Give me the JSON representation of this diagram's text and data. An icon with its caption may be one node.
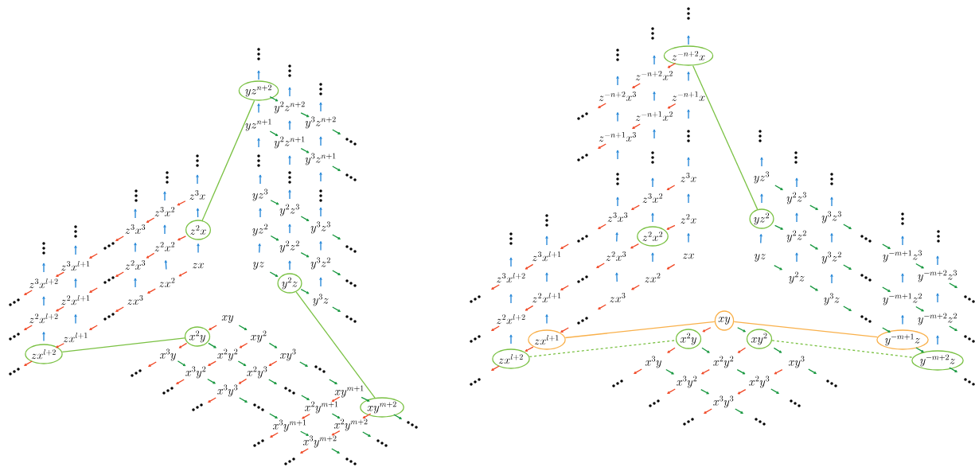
{
  "diagram": {
    "nodes": [
      {
        "text": [
          "yz^{n+2}"
        ]
      },
      {
        "text": [
          "y^2z^{n+2}"
        ]
      },
      {
        "text": [
          "y^3z^{n+2}"
        ]
      },
      {
        "text": [
          "yz^{n+1}"
        ]
      },
      {
        "text": [
          "y^2z^{n+1}"
        ]
      },
      {
        "text": [
          "y^3z^{n+1}"
        ]
      },
      {
        "text": [
          "yz^3"
        ]
      },
      {
        "text": [
          "y^2z^3"
        ]
      },
      {
        "text": [
          "y^3z^3"
        ]
      },
      {
        "text": [
          "yz^2"
        ]
      },
      {
        "text": [
          "y^2z^2"
        ]
      },
      {
        "text": [
          "y^3z^2"
        ]
      },
      {
        "text": [
          "yz"
        ]
      },
      {
        "text": [
          "y^2z"
        ]
      },
      {
        "text": [
          "y^3z"
        ]
      },
      {
        "text": [
          "z^3x"
        ]
      },
      {
        "text": [
          "z^3x^2"
        ]
      },
      {
        "text": [
          "z^3x^3"
        ]
      },
      {
        "text": [
          "z^3x^{l+1}"
        ]
      },
      {
        "text": [
          "z^3x^{l+2}"
        ]
      },
      {
        "text": [
          "z^2x"
        ]
      },
      {
        "text": [
          "z^2x^2"
        ]
      },
      {
        "text": [
          "z^2x^3"
        ]
      },
      {
        "text": [
          "z^2x^{l+1}"
        ]
      },
      {
        "text": [
          "z^2x^{l+2}"
        ]
      },
      {
        "text": [
          "zx"
        ]
      },
      {
        "text": [
          "zx^2"
        ]
      },
      {
        "text": [
          "zx^3"
        ]
      },
      {
        "text": [
          "zx^{l+1}"
        ]
      },
      {
        "text": [
          "zx^{l+2}"
        ]
      },
      {
        "text": [
          "xy"
        ]
      },
      {
        "text": [
          "x^2y"
        ]
      },
      {
        "text": [
          "xy^2"
        ]
      },
      {
        "text": [
          "x^3y"
        ]
      },
      {
        "text": [
          "x^2y^2"
        ]
      },
      {
        "text": [
          "xy^3"
        ]
      },
      {
        "text": [
          "x^3y^2"
        ]
      },
      {
        "text": [
          "x^2y^3"
        ]
      },
      {
        "text": [
          "x^3y^3"
        ]
      },
      {
        "text": [
          "xy^{m+1}"
        ]
      },
      {
        "text": [
          "x^2y^{m+1}"
        ]
      },
      {
        "text": [
          "xy^{m+2}"
        ]
      },
      {
        "text": [
          "x^3y^{m+1}"
        ]
      },
      {
        "text": [
          "x^2y^{m+2}"
        ]
      },
      {
        "text": [
          "x^3y^{m+2}"
        ]
      },
      {
        "text": [
          "z^{-n+2}x"
        ]
      },
      {
        "text": [
          "z^{-n+2}x^2"
        ]
      },
      {
        "text": [
          "z^{-n+2}x^3"
        ]
      },
      {
        "text": [
          "z^{-n+1}x"
        ]
      },
      {
        "text": [
          "z^{-n+1}x^2"
        ]
      },
      {
        "text": [
          "z^{-n+1}x^3"
        ]
      },
      {
        "text": [
          "z^3x"
        ]
      },
      {
        "text": [
          "z^3x^2"
        ]
      },
      {
        "text": [
          "z^3x^3"
        ]
      },
      {
        "text": [
          "z^2x"
        ]
      },
      {
        "text": [
          "z^2x^2"
        ]
      },
      {
        "text": [
          "z^2x^3"
        ]
      },
      {
        "text": [
          "zx"
        ]
      },
      {
        "text": [
          "zx^2"
        ]
      },
      {
        "text": [
          "zx^3"
        ]
      },
      {
        "text": [
          "z^3x^{l+1}"
        ]
      },
      {
        "text": [
          "z^3x^{l+2}"
        ]
      },
      {
        "text": [
          "z^2x^{l+1}"
        ]
      },
      {
        "text": [
          "z^2x^{l+2}"
        ]
      },
      {
        "text": [
          "zx^{l+1}"
        ]
      },
      {
        "text": [
          "zx^{l+2}"
        ]
      },
      {
        "text": [
          "yz^3"
        ]
      },
      {
        "text": [
          "y^2z^3"
        ]
      },
      {
        "text": [
          "y^3z^3"
        ]
      },
      {
        "text": [
          "yz^2"
        ]
      },
      {
        "text": [
          "y^2z^2"
        ]
      },
      {
        "text": [
          "y^3z^2"
        ]
      },
      {
        "text": [
          "yz"
        ]
      },
      {
        "text": [
          "y^2z"
        ]
      },
      {
        "text": [
          "y^3z"
        ]
      },
      {
        "text": [
          "y^{-m+1}z^3"
        ]
      },
      {
        "text": [
          "y^{-m+2}z^3"
        ]
      },
      {
        "text": [
          "y^{-m+1}z^2"
        ]
      },
      {
        "text": [
          "y^{-m+2}z^2"
        ]
      },
      {
        "text": [
          "y^{-m+1}z"
        ]
      },
      {
        "text": [
          "y^{-m+2}z"
        ]
      },
      {
        "text": [
          "xy"
        ]
      },
      {
        "text": [
          "x^2y"
        ]
      },
      {
        "text": [
          "xy^2"
        ]
      },
      {
        "text": [
          "x^3y"
        ]
      },
      {
        "text": [
          "x^2y^2"
        ]
      },
      {
        "text": [
          "xy^3"
        ]
      },
      {
        "text": [
          "x^3y^2"
        ]
      },
      {
        "text": [
          "x^2y^3"
        ]
      },
      {
        "text": [
          "x^3y^3"
        ]
      }
    ],
    "edges": [
      {
        "from": 0,
        "to": 20,
        "arrow": "none",
        "color": "#7ac143"
      },
      {
        "from": 13,
        "to": 41,
        "arrow": "none",
        "color": "#7ac143"
      },
      {
        "from": 29,
        "to": 31,
        "arrow": "none",
        "color": "#7ac143"
      },
      {
        "from": 45,
        "to": 69,
        "arrow": "none",
        "color": "#7ac143"
      },
      {
        "from": 81,
        "to": 64,
        "arrow": "none",
        "color": "#f9b04a"
      },
      {
        "from": 81,
        "to": 79,
        "arrow": "none",
        "color": "#f9b04a"
      },
      {
        "from": 65,
        "to": 82,
        "arrow": "none",
        "style": "dashed",
        "color": "#7ac143"
      },
      {
        "from": 83,
        "to": 80,
        "arrow": "none",
        "style": "dashed",
        "color": "#7ac143"
      },
      {
        "from": 12,
        "to": 9,
        "arrow": "to",
        "color": "#1b81d6"
      },
      {
        "from": 9,
        "to": 6,
        "arrow": "to",
        "color": "#1b81d6"
      },
      {
        "from": 6,
        "to": null,
        "arrow": "to",
        "color": "#1b81d6"
      },
      {
        "from": null,
        "to": 3,
        "arrow": "to",
        "color": "#1b81d6"
      },
      {
        "from": 3,
        "to": 0,
        "arrow": "to",
        "color": "#1b81d6"
      },
      {
        "from": 0,
        "to": null,
        "arrow": "to",
        "color": "#1b81d6"
      },
      {
        "from": 13,
        "to": 10,
        "arrow": "to",
        "color": "#1b81d6"
      },
      {
        "from": 10,
        "to": 7,
        "arrow": "to",
        "color": "#1b81d6"
      },
      {
        "from": 7,
        "to": null,
        "arrow": "to",
        "color": "#1b81d6"
      },
      {
        "from": null,
        "to": 4,
        "arrow": "to",
        "color": "#1b81d6"
      },
      {
        "from": 4,
        "to": 1,
        "arrow": "to",
        "color": "#1b81d6"
      },
      {
        "from": 1,
        "to": null,
        "arrow": "to",
        "color": "#1b81d6"
      },
      {
        "from": 14,
        "to": 11,
        "arrow": "to",
        "color": "#1b81d6"
      },
      {
        "from": 11,
        "to": 8,
        "arrow": "to",
        "color": "#1b81d6"
      },
      {
        "from": 8,
        "to": null,
        "arrow": "to",
        "color": "#1b81d6"
      },
      {
        "from": null,
        "to": 5,
        "arrow": "to",
        "color": "#1b81d6"
      },
      {
        "from": 5,
        "to": 2,
        "arrow": "to",
        "color": "#1b81d6"
      },
      {
        "from": 2,
        "to": null,
        "arrow": "to",
        "color": "#1b81d6"
      },
      {
        "from": 0,
        "to": 1,
        "arrow": "to",
        "color": "#14963c"
      },
      {
        "from": 1,
        "to": 2,
        "arrow": "to",
        "color": "#14963c"
      },
      {
        "from": 2,
        "to": null,
        "arrow": "to",
        "color": "#14963c"
      },
      {
        "from": 3,
        "to": 4,
        "arrow": "to",
        "color": "#14963c"
      },
      {
        "from": 4,
        "to": 5,
        "arrow": "to",
        "color": "#14963c"
      },
      {
        "from": 5,
        "to": null,
        "arrow": "to",
        "color": "#14963c"
      },
      {
        "from": 6,
        "to": 7,
        "arrow": "to",
        "color": "#14963c"
      },
      {
        "from": 7,
        "to": 8,
        "arrow": "to",
        "color": "#14963c"
      },
      {
        "from": 8,
        "to": null,
        "arrow": "to",
        "color": "#14963c"
      },
      {
        "from": 9,
        "to": 10,
        "arrow": "to",
        "color": "#14963c"
      },
      {
        "from": 10,
        "to": 11,
        "arrow": "to",
        "color": "#14963c"
      },
      {
        "from": 11,
        "to": null,
        "arrow": "to",
        "color": "#14963c"
      },
      {
        "from": 12,
        "to": 13,
        "arrow": "to",
        "color": "#14963c"
      },
      {
        "from": 13,
        "to": 14,
        "arrow": "to",
        "color": "#14963c"
      },
      {
        "from": 14,
        "to": null,
        "arrow": "to",
        "color": "#14963c"
      },
      {
        "from": 15,
        "to": 16,
        "arrow": "to",
        "color": "#f04623"
      },
      {
        "from": 16,
        "to": 17,
        "arrow": "to",
        "color": "#f04623"
      },
      {
        "from": 17,
        "to": null,
        "arrow": "to",
        "color": "#f04623"
      },
      {
        "from": null,
        "to": 18,
        "arrow": "to",
        "color": "#f04623"
      },
      {
        "from": 18,
        "to": 19,
        "arrow": "to",
        "color": "#f04623"
      },
      {
        "from": 19,
        "to": null,
        "arrow": "to",
        "color": "#f04623"
      },
      {
        "from": 20,
        "to": 21,
        "arrow": "to",
        "color": "#f04623"
      },
      {
        "from": 21,
        "to": 22,
        "arrow": "to",
        "color": "#f04623"
      },
      {
        "from": 22,
        "to": null,
        "arrow": "to",
        "color": "#f04623"
      },
      {
        "from": null,
        "to": 23,
        "arrow": "to",
        "color": "#f04623"
      },
      {
        "from": 23,
        "to": 24,
        "arrow": "to",
        "color": "#f04623"
      },
      {
        "from": 24,
        "to": null,
        "arrow": "to",
        "color": "#f04623"
      },
      {
        "from": 25,
        "to": 26,
        "arrow": "to",
        "color": "#f04623"
      },
      {
        "from": 26,
        "to": 27,
        "arrow": "to",
        "color": "#f04623"
      },
      {
        "from": 27,
        "to": null,
        "arrow": "to",
        "color": "#f04623"
      },
      {
        "from": null,
        "to": 28,
        "arrow": "to",
        "color": "#f04623"
      },
      {
        "from": 28,
        "to": 29,
        "arrow": "to",
        "color": "#f04623"
      },
      {
        "from": 29,
        "to": null,
        "arrow": "to",
        "color": "#f04623"
      },
      {
        "from": 25,
        "to": 20,
        "arrow": "to",
        "color": "#1b81d6"
      },
      {
        "from": 20,
        "to": 15,
        "arrow": "to",
        "color": "#1b81d6"
      },
      {
        "from": 15,
        "to": null,
        "arrow": "to",
        "color": "#1b81d6"
      },
      {
        "from": 26,
        "to": 21,
        "arrow": "to",
        "color": "#1b81d6"
      },
      {
        "from": 21,
        "to": 16,
        "arrow": "to",
        "color": "#1b81d6"
      },
      {
        "from": 16,
        "to": null,
        "arrow": "to",
        "color": "#1b81d6"
      },
      {
        "from": 27,
        "to": 22,
        "arrow": "to",
        "color": "#1b81d6"
      },
      {
        "from": 22,
        "to": 17,
        "arrow": "to",
        "color": "#1b81d6"
      },
      {
        "from": 17,
        "to": null,
        "arrow": "to",
        "color": "#1b81d6"
      },
      {
        "from": 28,
        "to": 23,
        "arrow": "to",
        "color": "#1b81d6"
      },
      {
        "from": 23,
        "to": 18,
        "arrow": "to",
        "color": "#1b81d6"
      },
      {
        "from": 18,
        "to": null,
        "arrow": "to",
        "color": "#1b81d6"
      },
      {
        "from": 29,
        "to": 24,
        "arrow": "to",
        "color": "#1b81d6"
      },
      {
        "from": 24,
        "to": 19,
        "arrow": "to",
        "color": "#1b81d6"
      },
      {
        "from": 19,
        "to": null,
        "arrow": "to",
        "color": "#1b81d6"
      },
      {
        "from": 30,
        "to": 31,
        "arrow": "to",
        "color": "#f04623"
      },
      {
        "from": 31,
        "to": 33,
        "arrow": "to",
        "color": "#f04623"
      },
      {
        "from": 33,
        "to": null,
        "arrow": "to",
        "color": "#f04623"
      },
      {
        "from": 32,
        "to": 34,
        "arrow": "to",
        "color": "#f04623"
      },
      {
        "from": 34,
        "to": 36,
        "arrow": "to",
        "color": "#f04623"
      },
      {
        "from": 36,
        "to": null,
        "arrow": "to",
        "color": "#f04623"
      },
      {
        "from": 35,
        "to": 37,
        "arrow": "to",
        "color": "#f04623"
      },
      {
        "from": 37,
        "to": 38,
        "arrow": "to",
        "color": "#f04623"
      },
      {
        "from": 38,
        "to": null,
        "arrow": "to",
        "color": "#f04623"
      },
      {
        "from": 39,
        "to": 40,
        "arrow": "to",
        "color": "#f04623"
      },
      {
        "from": 40,
        "to": 42,
        "arrow": "to",
        "color": "#f04623"
      },
      {
        "from": 42,
        "to": null,
        "arrow": "to",
        "color": "#f04623"
      },
      {
        "from": 41,
        "to": 43,
        "arrow": "to",
        "color": "#f04623"
      },
      {
        "from": 43,
        "to": 44,
        "arrow": "to",
        "color": "#f04623"
      },
      {
        "from": 44,
        "to": null,
        "arrow": "to",
        "color": "#f04623"
      },
      {
        "from": 30,
        "to": 32,
        "arrow": "to",
        "color": "#14963c"
      },
      {
        "from": 32,
        "to": 35,
        "arrow": "to",
        "color": "#14963c"
      },
      {
        "from": 35,
        "to": null,
        "arrow": "to",
        "color": "#14963c"
      },
      {
        "from": 31,
        "to": 34,
        "arrow": "to",
        "color": "#14963c"
      },
      {
        "from": 34,
        "to": 37,
        "arrow": "to",
        "color": "#14963c"
      },
      {
        "from": 37,
        "to": null,
        "arrow": "to",
        "color": "#14963c"
      },
      {
        "from": 33,
        "to": 36,
        "arrow": "to",
        "color": "#14963c"
      },
      {
        "from": 36,
        "to": 38,
        "arrow": "to",
        "color": "#14963c"
      },
      {
        "from": 38,
        "to": null,
        "arrow": "to",
        "color": "#14963c"
      },
      {
        "from": null,
        "to": 39,
        "arrow": "to",
        "color": "#14963c"
      },
      {
        "from": 39,
        "to": 41,
        "arrow": "to",
        "color": "#14963c"
      },
      {
        "from": 41,
        "to": null,
        "arrow": "to",
        "color": "#14963c"
      },
      {
        "from": null,
        "to": 40,
        "arrow": "to",
        "color": "#14963c"
      },
      {
        "from": 40,
        "to": 43,
        "arrow": "to",
        "color": "#14963c"
      },
      {
        "from": 43,
        "to": null,
        "arrow": "to",
        "color": "#14963c"
      },
      {
        "from": null,
        "to": 42,
        "arrow": "to",
        "color": "#14963c"
      },
      {
        "from": 42,
        "to": 44,
        "arrow": "to",
        "color": "#14963c"
      },
      {
        "from": 44,
        "to": null,
        "arrow": "to",
        "color": "#14963c"
      },
      {
        "from": 45,
        "to": null,
        "arrow": "to",
        "color": "#1b81d6"
      },
      {
        "from": 48,
        "to": 45,
        "arrow": "to",
        "color": "#1b81d6"
      },
      {
        "from": null,
        "to": 48,
        "arrow": "to",
        "color": "#1b81d6"
      },
      {
        "from": 51,
        "to": null,
        "arrow": "to",
        "color": "#1b81d6"
      },
      {
        "from": 54,
        "to": 51,
        "arrow": "to",
        "color": "#1b81d6"
      },
      {
        "from": 57,
        "to": 54,
        "arrow": "to",
        "color": "#1b81d6"
      },
      {
        "from": 46,
        "to": null,
        "arrow": "to",
        "color": "#1b81d6"
      },
      {
        "from": 49,
        "to": 46,
        "arrow": "to",
        "color": "#1b81d6"
      },
      {
        "from": null,
        "to": 49,
        "arrow": "to",
        "color": "#1b81d6"
      },
      {
        "from": 52,
        "to": null,
        "arrow": "to",
        "color": "#1b81d6"
      },
      {
        "from": 55,
        "to": 52,
        "arrow": "to",
        "color": "#1b81d6"
      },
      {
        "from": 58,
        "to": 55,
        "arrow": "to",
        "color": "#1b81d6"
      },
      {
        "from": 47,
        "to": null,
        "arrow": "to",
        "color": "#1b81d6"
      },
      {
        "from": 50,
        "to": 47,
        "arrow": "to",
        "color": "#1b81d6"
      },
      {
        "from": null,
        "to": 50,
        "arrow": "to",
        "color": "#1b81d6"
      },
      {
        "from": 53,
        "to": null,
        "arrow": "to",
        "color": "#1b81d6"
      },
      {
        "from": 56,
        "to": 53,
        "arrow": "to",
        "color": "#1b81d6"
      },
      {
        "from": 59,
        "to": 56,
        "arrow": "to",
        "color": "#1b81d6"
      },
      {
        "from": 45,
        "to": 46,
        "arrow": "to",
        "color": "#f04623"
      },
      {
        "from": 46,
        "to": 47,
        "arrow": "to",
        "color": "#f04623"
      },
      {
        "from": 47,
        "to": null,
        "arrow": "to",
        "color": "#f04623"
      },
      {
        "from": 48,
        "to": 49,
        "arrow": "to",
        "color": "#f04623"
      },
      {
        "from": 49,
        "to": 50,
        "arrow": "to",
        "color": "#f04623"
      },
      {
        "from": 50,
        "to": null,
        "arrow": "to",
        "color": "#f04623"
      },
      {
        "from": 51,
        "to": 52,
        "arrow": "to",
        "color": "#f04623"
      },
      {
        "from": 52,
        "to": 53,
        "arrow": "to",
        "color": "#f04623"
      },
      {
        "from": 53,
        "to": null,
        "arrow": "to",
        "color": "#f04623"
      },
      {
        "from": 54,
        "to": 55,
        "arrow": "to",
        "color": "#f04623"
      },
      {
        "from": 55,
        "to": 56,
        "arrow": "to",
        "color": "#f04623"
      },
      {
        "from": 56,
        "to": null,
        "arrow": "to",
        "color": "#f04623"
      },
      {
        "from": 57,
        "to": 58,
        "arrow": "to",
        "color": "#f04623"
      },
      {
        "from": 58,
        "to": 59,
        "arrow": "to",
        "color": "#f04623"
      },
      {
        "from": 59,
        "to": null,
        "arrow": "to",
        "color": "#f04623"
      },
      {
        "from": null,
        "to": 60,
        "arrow": "to",
        "color": "#f04623"
      },
      {
        "from": 60,
        "to": 61,
        "arrow": "to",
        "color": "#f04623"
      },
      {
        "from": 61,
        "to": null,
        "arrow": "to",
        "color": "#f04623"
      },
      {
        "from": null,
        "to": 62,
        "arrow": "to",
        "color": "#f04623"
      },
      {
        "from": 62,
        "to": 63,
        "arrow": "to",
        "color": "#f04623"
      },
      {
        "from": 63,
        "to": null,
        "arrow": "to",
        "color": "#f04623"
      },
      {
        "from": null,
        "to": 64,
        "arrow": "to",
        "color": "#f04623"
      },
      {
        "from": 64,
        "to": 65,
        "arrow": "to",
        "color": "#f04623"
      },
      {
        "from": 65,
        "to": null,
        "arrow": "to",
        "color": "#f04623"
      },
      {
        "from": 64,
        "to": 62,
        "arrow": "to",
        "color": "#1b81d6"
      },
      {
        "from": 62,
        "to": 60,
        "arrow": "to",
        "color": "#1b81d6"
      },
      {
        "from": 60,
        "to": null,
        "arrow": "to",
        "color": "#1b81d6"
      },
      {
        "from": 65,
        "to": 63,
        "arrow": "to",
        "color": "#1b81d6"
      },
      {
        "from": 63,
        "to": 61,
        "arrow": "to",
        "color": "#1b81d6"
      },
      {
        "from": 61,
        "to": null,
        "arrow": "to",
        "color": "#1b81d6"
      },
      {
        "from": 72,
        "to": 69,
        "arrow": "to",
        "color": "#1b81d6"
      },
      {
        "from": 69,
        "to": 66,
        "arrow": "to",
        "color": "#1b81d6"
      },
      {
        "from": 66,
        "to": null,
        "arrow": "to",
        "color": "#1b81d6"
      },
      {
        "from": 73,
        "to": 70,
        "arrow": "to",
        "color": "#1b81d6"
      },
      {
        "from": 70,
        "to": 67,
        "arrow": "to",
        "color": "#1b81d6"
      },
      {
        "from": 67,
        "to": null,
        "arrow": "to",
        "color": "#1b81d6"
      },
      {
        "from": 74,
        "to": 71,
        "arrow": "to",
        "color": "#1b81d6"
      },
      {
        "from": 71,
        "to": 68,
        "arrow": "to",
        "color": "#1b81d6"
      },
      {
        "from": 68,
        "to": null,
        "arrow": "to",
        "color": "#1b81d6"
      },
      {
        "from": 66,
        "to": 67,
        "arrow": "to",
        "color": "#14963c"
      },
      {
        "from": 67,
        "to": 68,
        "arrow": "to",
        "color": "#14963c"
      },
      {
        "from": 68,
        "to": null,
        "arrow": "to",
        "color": "#14963c"
      },
      {
        "from": 69,
        "to": 70,
        "arrow": "to",
        "color": "#14963c"
      },
      {
        "from": 70,
        "to": 71,
        "arrow": "to",
        "color": "#14963c"
      },
      {
        "from": 71,
        "to": null,
        "arrow": "to",
        "color": "#14963c"
      },
      {
        "from": 72,
        "to": 73,
        "arrow": "to",
        "color": "#14963c"
      },
      {
        "from": 73,
        "to": 74,
        "arrow": "to",
        "color": "#14963c"
      },
      {
        "from": 74,
        "to": null,
        "arrow": "to",
        "color": "#14963c"
      },
      {
        "from": null,
        "to": 75,
        "arrow": "to",
        "color": "#14963c"
      },
      {
        "from": 75,
        "to": 76,
        "arrow": "to",
        "color": "#14963c"
      },
      {
        "from": 76,
        "to": null,
        "arrow": "to",
        "color": "#14963c"
      },
      {
        "from": null,
        "to": 77,
        "arrow": "to",
        "color": "#14963c"
      },
      {
        "from": 77,
        "to": 78,
        "arrow": "to",
        "color": "#14963c"
      },
      {
        "from": 78,
        "to": null,
        "arrow": "to",
        "color": "#14963c"
      },
      {
        "from": null,
        "to": 79,
        "arrow": "to",
        "color": "#14963c"
      },
      {
        "from": 79,
        "to": 80,
        "arrow": "to",
        "color": "#14963c"
      },
      {
        "from": 80,
        "to": null,
        "arrow": "to",
        "color": "#14963c"
      },
      {
        "from": 79,
        "to": 77,
        "arrow": "to",
        "color": "#1b81d6"
      },
      {
        "from": 77,
        "to": 75,
        "arrow": "to",
        "color": "#1b81d6"
      },
      {
        "from": 75,
        "to": null,
        "arrow": "to",
        "color": "#1b81d6"
      },
      {
        "from": 80,
        "to": 78,
        "arrow": "to",
        "color": "#1b81d6"
      },
      {
        "from": 78,
        "to": 76,
        "arrow": "to",
        "color": "#1b81d6"
      },
      {
        "from": 76,
        "to": null,
        "arrow": "to",
        "color": "#1b81d6"
      },
      {
        "from": 81,
        "to": 82,
        "arrow": "to",
        "color": "#f04623"
      },
      {
        "from": 82,
        "to": 84,
        "arrow": "to",
        "color": "#f04623"
      },
      {
        "from": 84,
        "to": null,
        "arrow": "to",
        "color": "#f04623"
      },
      {
        "from": 83,
        "to": 85,
        "arrow": "to",
        "color": "#f04623"
      },
      {
        "from": 85,
        "to": 87,
        "arrow": "to",
        "color": "#f04623"
      },
      {
        "from": 87,
        "to": null,
        "arrow": "to",
        "color": "#f04623"
      },
      {
        "from": 86,
        "to": 88,
        "arrow": "to",
        "color": "#f04623"
      },
      {
        "from": 88,
        "to": 89,
        "arrow": "to",
        "color": "#f04623"
      },
      {
        "from": 89,
        "to": null,
        "arrow": "to",
        "color": "#f04623"
      },
      {
        "from": 81,
        "to": 83,
        "arrow": "to",
        "color": "#14963c"
      },
      {
        "from": 83,
        "to": 86,
        "arrow": "to",
        "color": "#14963c"
      },
      {
        "from": 86,
        "to": null,
        "arrow": "to",
        "color": "#14963c"
      },
      {
        "from": 82,
        "to": 85,
        "arrow": "to",
        "color": "#14963c"
      },
      {
        "from": 85,
        "to": 88,
        "arrow": "to",
        "color": "#14963c"
      },
      {
        "from": 88,
        "to": null,
        "arrow": "to",
        "color": "#14963c"
      },
      {
        "from": 84,
        "to": 87,
        "arrow": "to",
        "color": "#14963c"
      },
      {
        "from": 87,
        "to": 89,
        "arrow": "to",
        "color": "#14963c"
      },
      {
        "from": 89,
        "to": null,
        "arrow": "to",
        "color": "#14963c"
      }
    ]
  }
}
